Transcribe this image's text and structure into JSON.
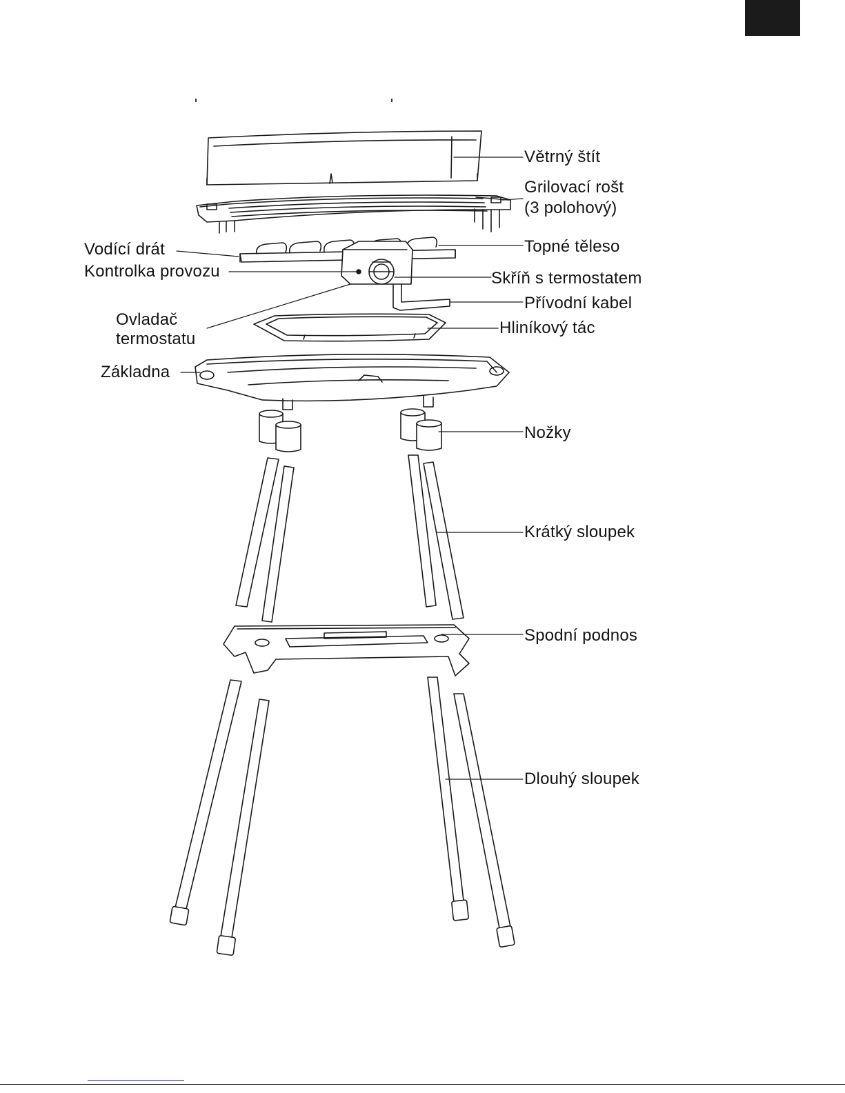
{
  "colors": {
    "ink": "#1a1a1a",
    "tab": "#1b1b1b",
    "link_rule": "#2b3bd0"
  },
  "labels": {
    "vetrny_stit": "Větrný štít",
    "grilovaci_rost_1": "Grilovací rošt",
    "grilovaci_rost_2": "(3 polohový)",
    "vodici_drat": "Vodící drát",
    "topne_teleso": "Topné těleso",
    "kontrolka_provozu": "Kontrolka provozu",
    "skrin_s_termostatem": "Skříň s termostatem",
    "privodni_kabel": "Přívodní kabel",
    "ovladac_1": "Ovladač",
    "ovladac_2": "termostatu",
    "hlinikovy_tac": "Hliníkový tác",
    "zakladna": "Základna",
    "nozky": "Nožky",
    "kratky_sloupek": "Krátký sloupek",
    "spodni_podnos": "Spodní podnos",
    "dlouhy_sloupek": "Dlouhý sloupek"
  }
}
